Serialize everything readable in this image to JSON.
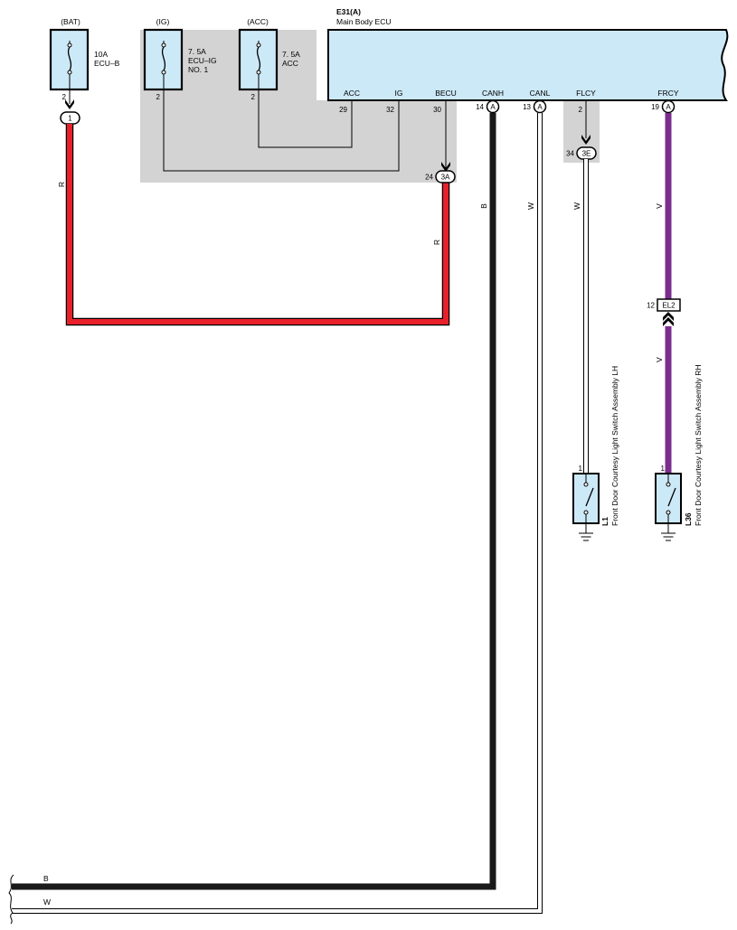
{
  "fuses": [
    {
      "id": "bat",
      "header": "(BAT)",
      "amp": "10A",
      "line2": "ECU–B",
      "line3": "",
      "pin": "2"
    },
    {
      "id": "ig",
      "header": "(IG)",
      "amp": "7. 5A",
      "line2": "ECU–IG",
      "line3": "NO. 1",
      "pin": "2"
    },
    {
      "id": "acc",
      "header": "(ACC)",
      "amp": "7. 5A",
      "line2": "ACC",
      "line3": "",
      "pin": "2"
    }
  ],
  "ecu": {
    "code": "E31(A)",
    "name": "Main Body ECU",
    "terminals": [
      {
        "label": "ACC",
        "pin": "29",
        "connector": ""
      },
      {
        "label": "IG",
        "pin": "32",
        "connector": ""
      },
      {
        "label": "BECU",
        "pin": "30",
        "connector": ""
      },
      {
        "label": "CANH",
        "pin": "14",
        "connector": "A"
      },
      {
        "label": "CANL",
        "pin": "13",
        "connector": "A"
      },
      {
        "label": "FLCY",
        "pin": "2",
        "connector": ""
      },
      {
        "label": "FRCY",
        "pin": "19",
        "connector": "A"
      }
    ]
  },
  "junctions": [
    {
      "id": "j1",
      "label": "1",
      "pin": ""
    },
    {
      "id": "j3a",
      "label": "3A",
      "pin": "24"
    },
    {
      "id": "j3e",
      "label": "3E",
      "pin": "34"
    },
    {
      "id": "el2",
      "label": "EL2",
      "pin": "12"
    }
  ],
  "wires": [
    {
      "id": "bat-becu",
      "color_code": "R",
      "color": "#e8202a"
    },
    {
      "id": "canh",
      "color_code": "B",
      "color": "#1a1a1a"
    },
    {
      "id": "canl",
      "color_code": "W",
      "color": "#ffffff"
    },
    {
      "id": "flcy",
      "color_code": "W",
      "color": "#ffffff"
    },
    {
      "id": "frcy",
      "color_code": "V",
      "color": "#7b2d8e"
    }
  ],
  "switches": [
    {
      "id": "l1",
      "code": "L1",
      "name": "Front Door  Courtesy Light Switch Assembly LH",
      "pin": "1"
    },
    {
      "id": "l36",
      "code": "L36",
      "name": "Front  Door  Courtesy Light Switch Assembly RH",
      "pin": "1"
    }
  ],
  "colors": {
    "ecu_fill": "#cce9f7",
    "shade": "#d3d3d3",
    "fuse_fill": "#cce9f7"
  }
}
